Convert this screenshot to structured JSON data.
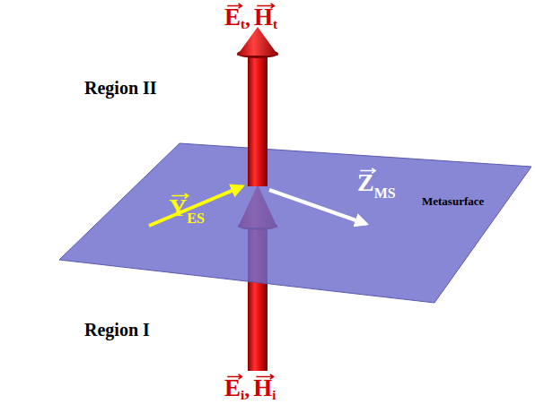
{
  "diagram": {
    "nodes": [],
    "edges": [],
    "labels": [
      "E",
      "t",
      ",",
      "H",
      "t",
      "Region II",
      "Y",
      "ES",
      "Z",
      "MS",
      "Metasurface",
      "Region I",
      "E",
      "i",
      ",",
      "H",
      "i"
    ]
  }
}
